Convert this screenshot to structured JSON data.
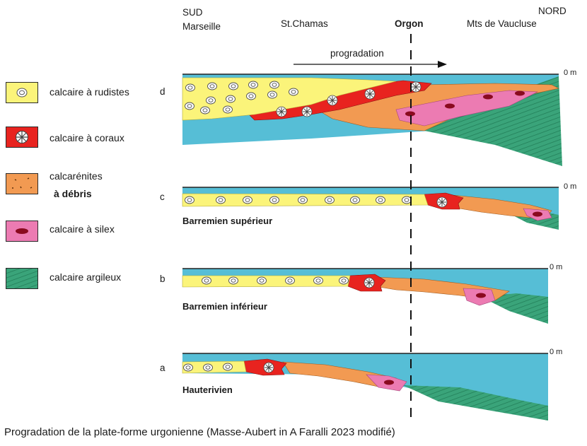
{
  "header": {
    "south": "SUD",
    "south_place": "Marseille",
    "mid_place": "St.Chamas",
    "orgon": "Orgon",
    "north": "NORD",
    "north_place": "Mts de Vaucluse",
    "arrow_label": "progradation"
  },
  "sea_level_label": "0 m",
  "panels": [
    {
      "letter": "d",
      "stage": ""
    },
    {
      "letter": "c",
      "stage": "Barremien supérieur"
    },
    {
      "letter": "b",
      "stage": "Barremien inférieur"
    },
    {
      "letter": "a",
      "stage": "Hauterivien"
    }
  ],
  "legend": [
    {
      "key": "rudistes",
      "line1": "calcaire à rudistes",
      "line2": "",
      "color": "#fbf47a"
    },
    {
      "key": "coraux",
      "line1": "calcaire à coraux",
      "line2": "",
      "color": "#e8231f"
    },
    {
      "key": "calcarenites",
      "line1": "calcarénites",
      "line2": "à débris",
      "color": "#f29a52"
    },
    {
      "key": "silex",
      "line1": "calcaire à silex",
      "line2": "",
      "color": "#ec7bb2"
    },
    {
      "key": "argileux",
      "line1": "calcaire argileux",
      "line2": "",
      "color": "#3aa47a"
    }
  ],
  "colors": {
    "sea": "#56bed6",
    "rudist": "#fbf47a",
    "coral": "#e8231f",
    "calcarenite": "#f29a52",
    "silex": "#ec7bb2",
    "argileux": "#3aa47a"
  },
  "caption": "Progradation de la plate-forme urgonienne (Masse-Aubert in A Faralli 2023 modifié)"
}
